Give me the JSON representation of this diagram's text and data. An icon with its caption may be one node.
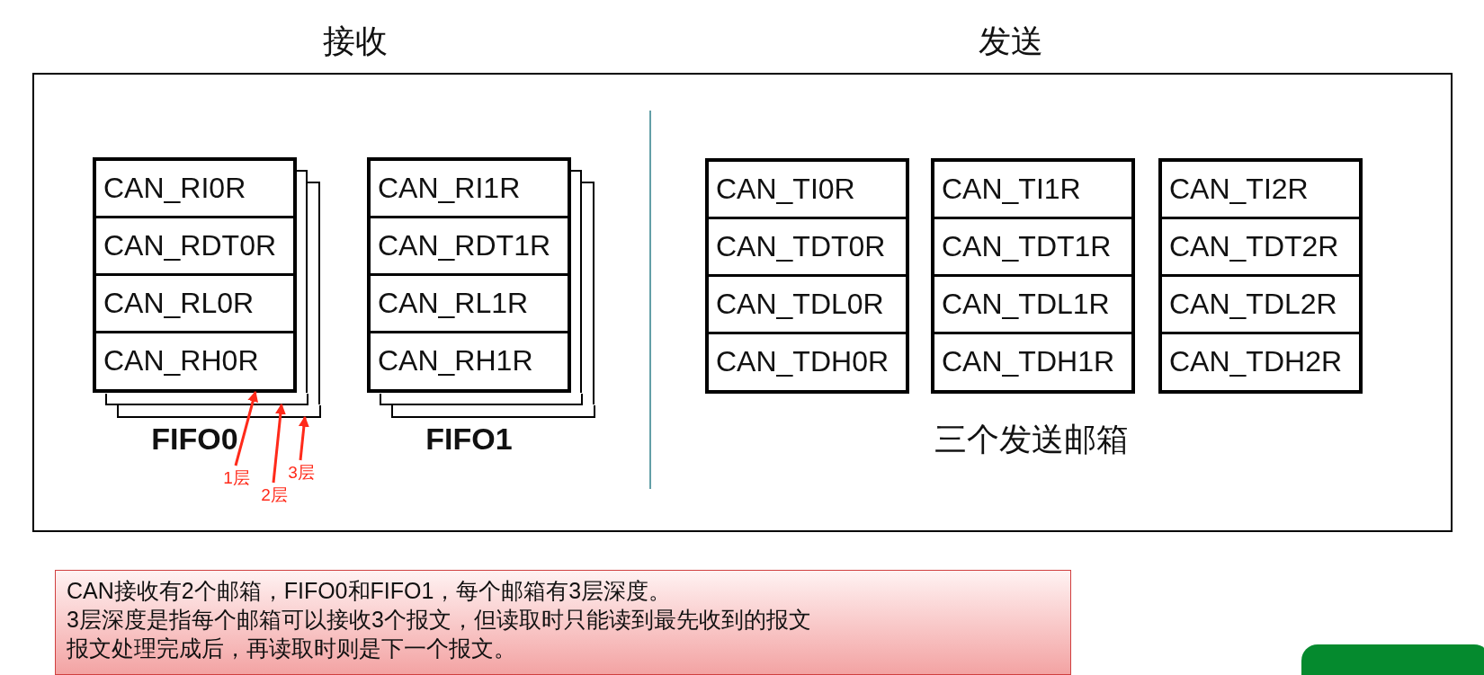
{
  "diagram": {
    "nodes": [
      {
        "text": [],
        "shape": "box"
      },
      {
        "text": [
          "FIFO0"
        ],
        "in": 0
      },
      {
        "text": [
          "CAN_RI0R"
        ],
        "in": 1
      },
      {
        "text": [
          "CAN_RDT0R"
        ],
        "in": 1
      },
      {
        "text": [
          "CAN_RL0R"
        ],
        "in": 1
      },
      {
        "text": [
          "CAN_RH0R"
        ],
        "in": 1
      },
      {
        "text": [],
        "shape": "box",
        "in": 0
      },
      {
        "text": [],
        "shape": "box",
        "in": 0
      },
      {
        "text": [
          "FIFO1"
        ],
        "in": 0
      },
      {
        "text": [
          "CAN_RI1R"
        ],
        "in": 8
      },
      {
        "text": [
          "CAN_RDT1R"
        ],
        "in": 8
      },
      {
        "text": [
          "CAN_RL1R"
        ],
        "in": 8
      },
      {
        "text": [
          "CAN_RH1R"
        ],
        "in": 8
      },
      {
        "text": [],
        "shape": "box",
        "in": 0
      },
      {
        "text": [],
        "shape": "box",
        "in": 0
      },
      {
        "text": [],
        "shape": "box",
        "in": 0
      },
      {
        "text": [
          "CAN_TI0R"
        ],
        "in": 15
      },
      {
        "text": [
          "CAN_TDT0R"
        ],
        "in": 15
      },
      {
        "text": [
          "CAN_TDL0R"
        ],
        "in": 15
      },
      {
        "text": [
          "CAN_TDH0R"
        ],
        "in": 15
      },
      {
        "text": [],
        "shape": "box",
        "in": 0
      },
      {
        "text": [
          "CAN_TI1R"
        ],
        "in": 20
      },
      {
        "text": [
          "CAN_TDT1R"
        ],
        "in": 20
      },
      {
        "text": [
          "CAN_TDL1R"
        ],
        "in": 20
      },
      {
        "text": [
          "CAN_TDH1R"
        ],
        "in": 20
      },
      {
        "text": [],
        "shape": "box",
        "in": 0
      },
      {
        "text": [
          "CAN_TI2R"
        ],
        "in": 25
      },
      {
        "text": [
          "CAN_TDT2R"
        ],
        "in": 25
      },
      {
        "text": [
          "CAN_TDL2R"
        ],
        "in": 25
      },
      {
        "text": [
          "CAN_TDH2R"
        ],
        "in": 25
      },
      {
        "text": [
          "1层"
        ],
        "in": 0
      },
      {
        "text": [
          "2层"
        ],
        "in": 0
      },
      {
        "text": [
          "3层"
        ],
        "in": 0
      },
      {
        "text": [
          "CAN接收有2个邮箱，FIFO0和FIFO1，每个邮箱有3层深度。",
          "3层深度是指每个邮箱可以接收3个报文，但读取时只能读到最先收到的报文",
          "报文处理完成后，再读取时则是下一个报文。"
        ]
      }
    ],
    "edges": [
      {
        "from": 30,
        "to": 1,
        "arrow": "to",
        "color": "#ff2a1a"
      },
      {
        "from": 31,
        "to": 6,
        "arrow": "to",
        "color": "#ff2a1a"
      },
      {
        "from": 32,
        "to": 7,
        "arrow": "to",
        "color": "#ff2a1a"
      }
    ],
    "labels": [
      "接收",
      "发送",
      "三个发送邮箱"
    ]
  }
}
